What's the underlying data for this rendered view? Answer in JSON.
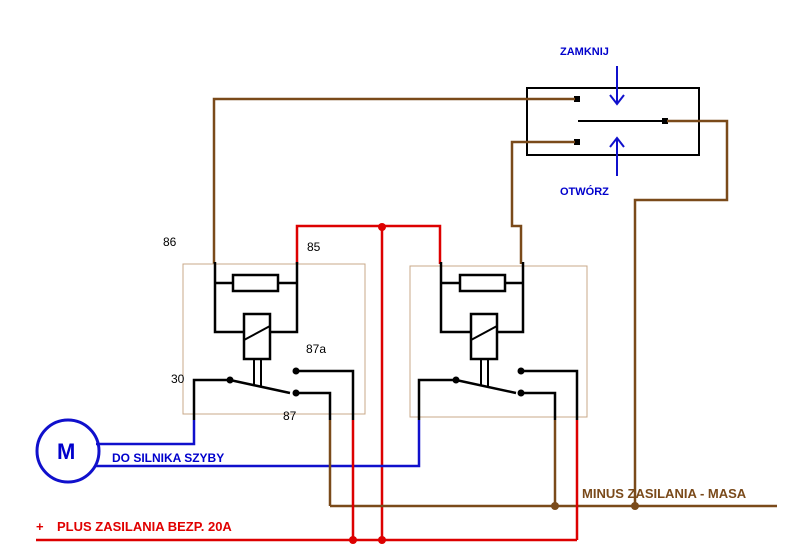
{
  "labels": {
    "zamknij": "ZAMKNIJ",
    "otworz": "OTWÓRZ",
    "pin86": "86",
    "pin85": "85",
    "pin87a": "87a",
    "pin30": "30",
    "pin87": "87",
    "motor": "M",
    "do_silnika": "DO SILNIKA SZYBY",
    "minus": "MINUS ZASILANIA - MASA",
    "plus_sign": "+",
    "plus": "PLUS ZASILANIA BEZP. 20A"
  },
  "colors": {
    "brown": "#7a4a1a",
    "red": "#dd0000",
    "blue": "#1010cc",
    "black": "#000000"
  }
}
